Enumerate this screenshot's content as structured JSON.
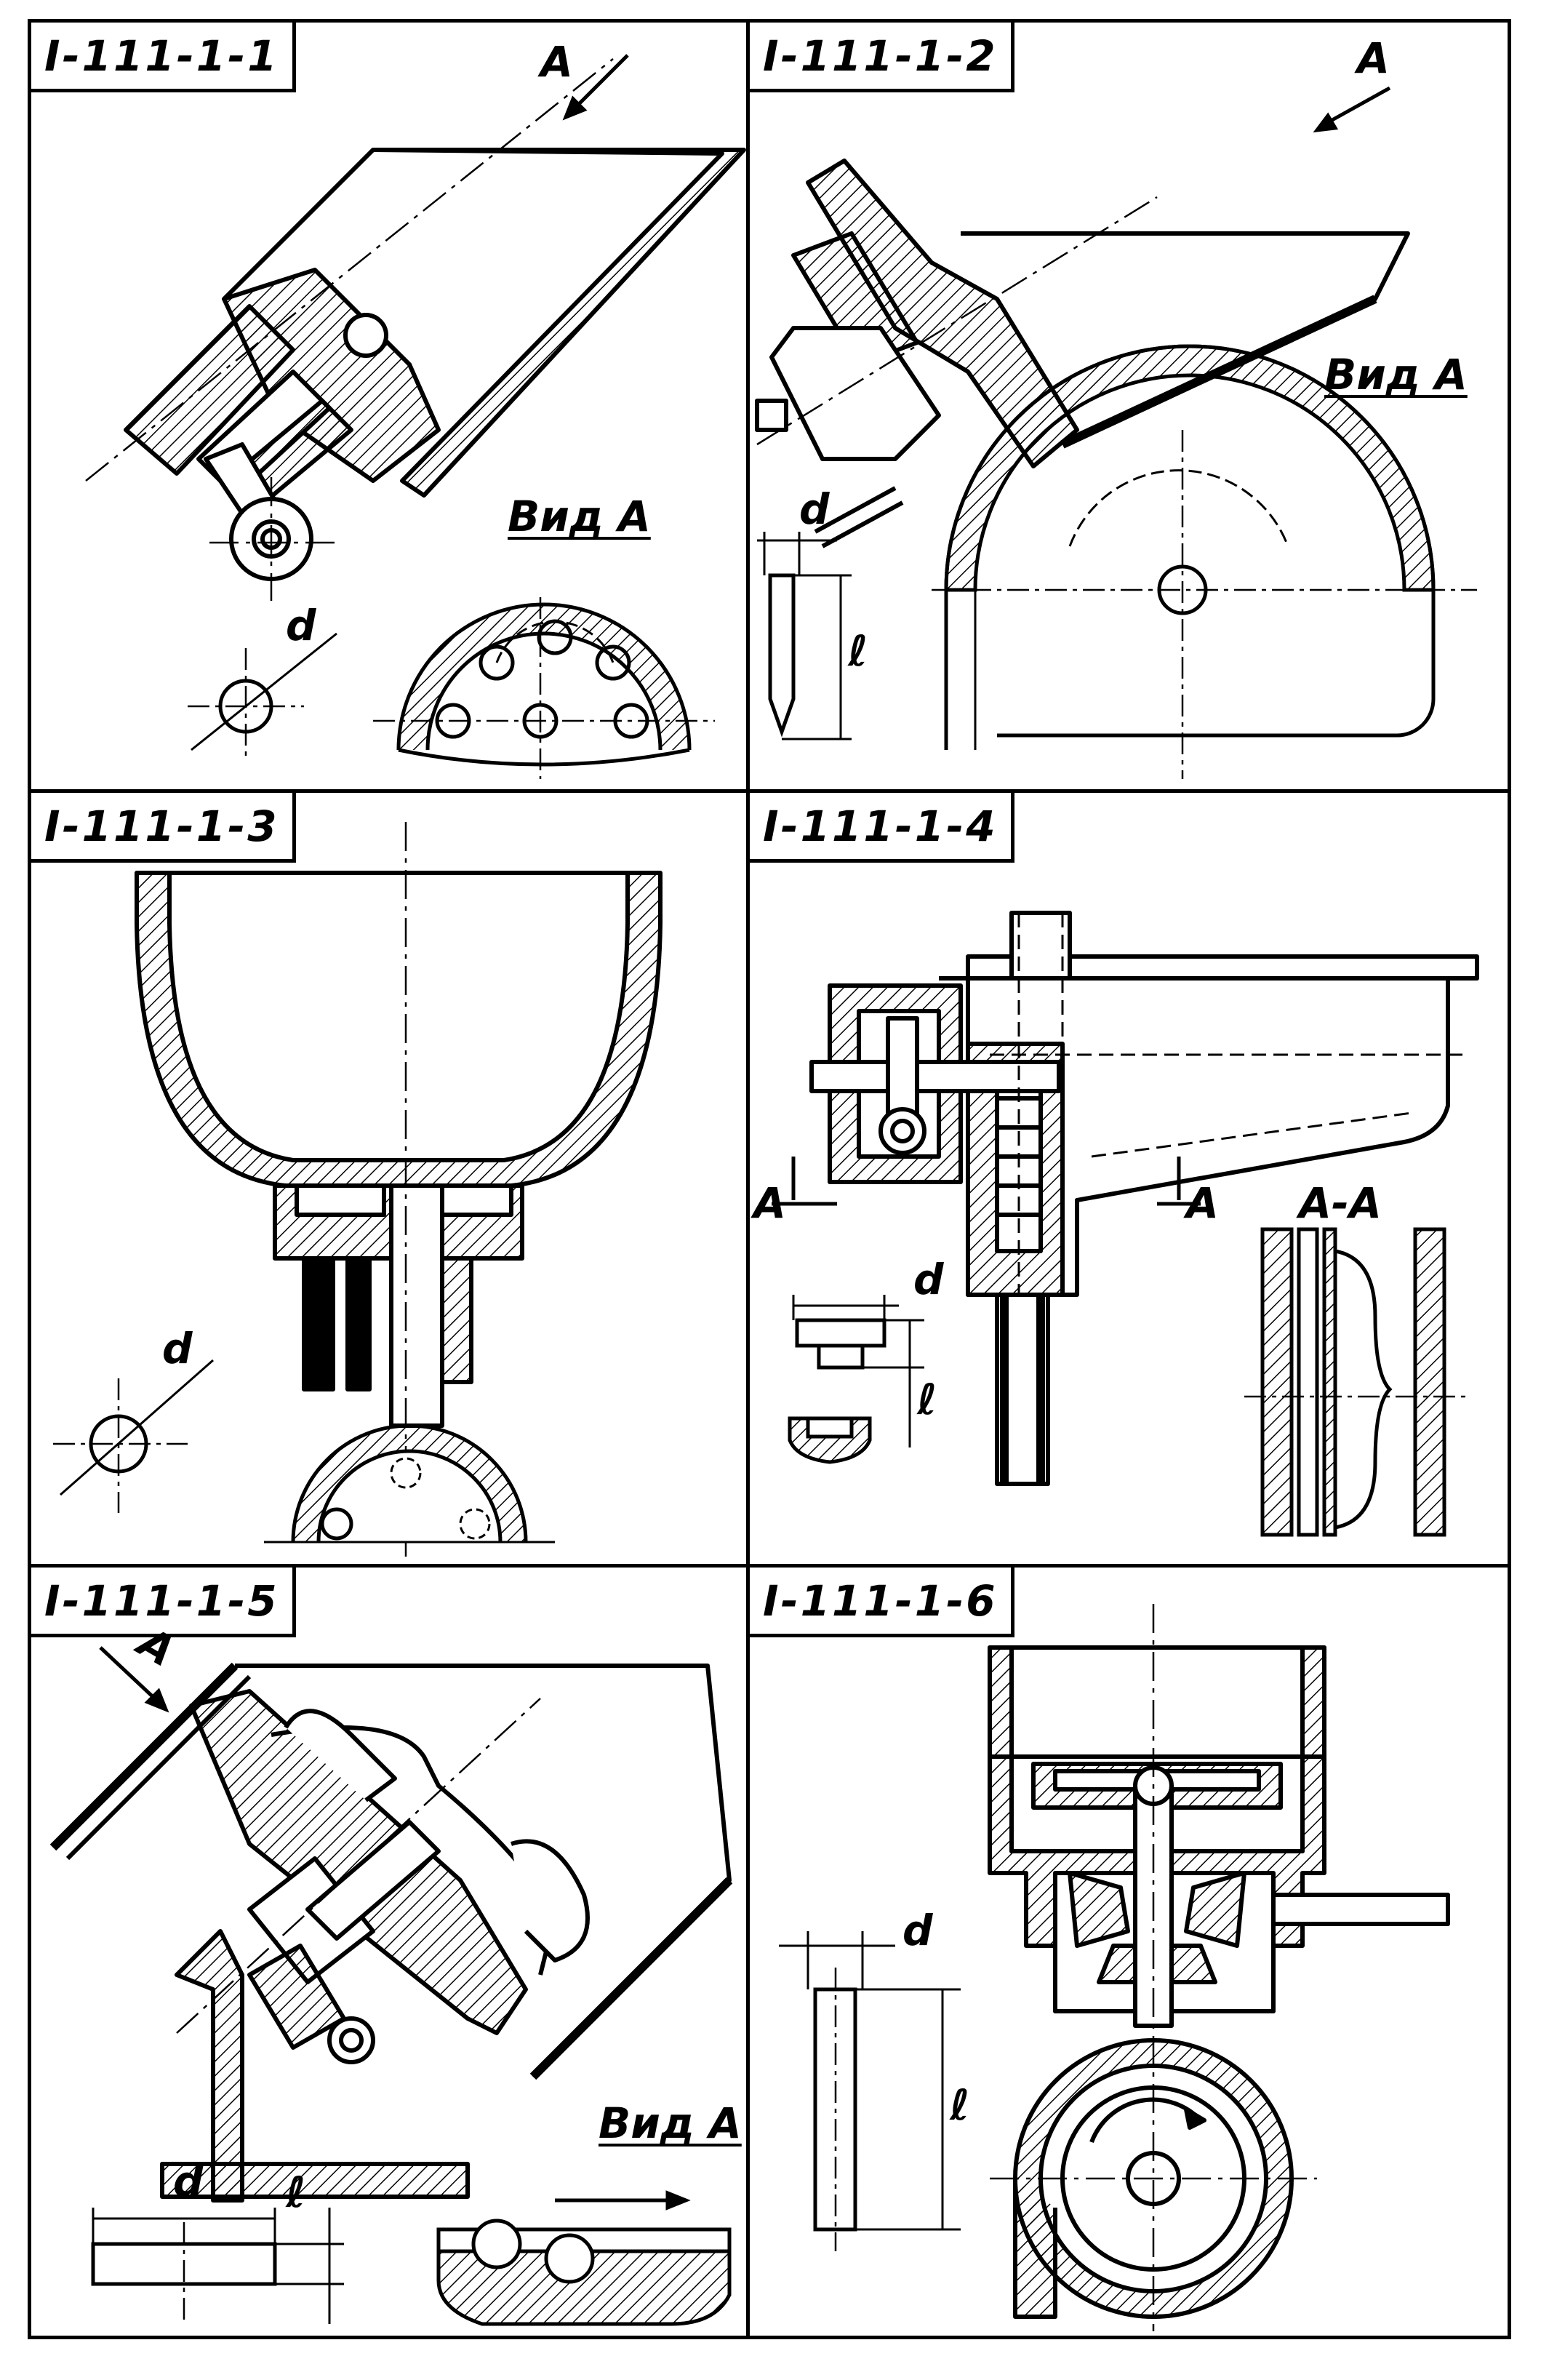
{
  "sheet": {
    "panels": [
      {
        "code": "I-111-1-1",
        "view_label": "Вид А",
        "arrow_label": "А",
        "dim_d": "d"
      },
      {
        "code": "I-111-1-2",
        "view_label": "Вид А",
        "arrow_label": "А",
        "dim_d": "d",
        "dim_l": "ℓ"
      },
      {
        "code": "I-111-1-3",
        "dim_d": "d"
      },
      {
        "code": "I-111-1-4",
        "section_label": "А-А",
        "arrow_label_left": "А",
        "arrow_label_right": "А",
        "dim_d": "d",
        "dim_l": "ℓ"
      },
      {
        "code": "I-111-1-5",
        "view_label": "Вид А",
        "arrow_label": "А",
        "dim_d": "d",
        "dim_l": "ℓ"
      },
      {
        "code": "I-111-1-6",
        "dim_d": "d",
        "dim_l": "ℓ"
      }
    ]
  }
}
